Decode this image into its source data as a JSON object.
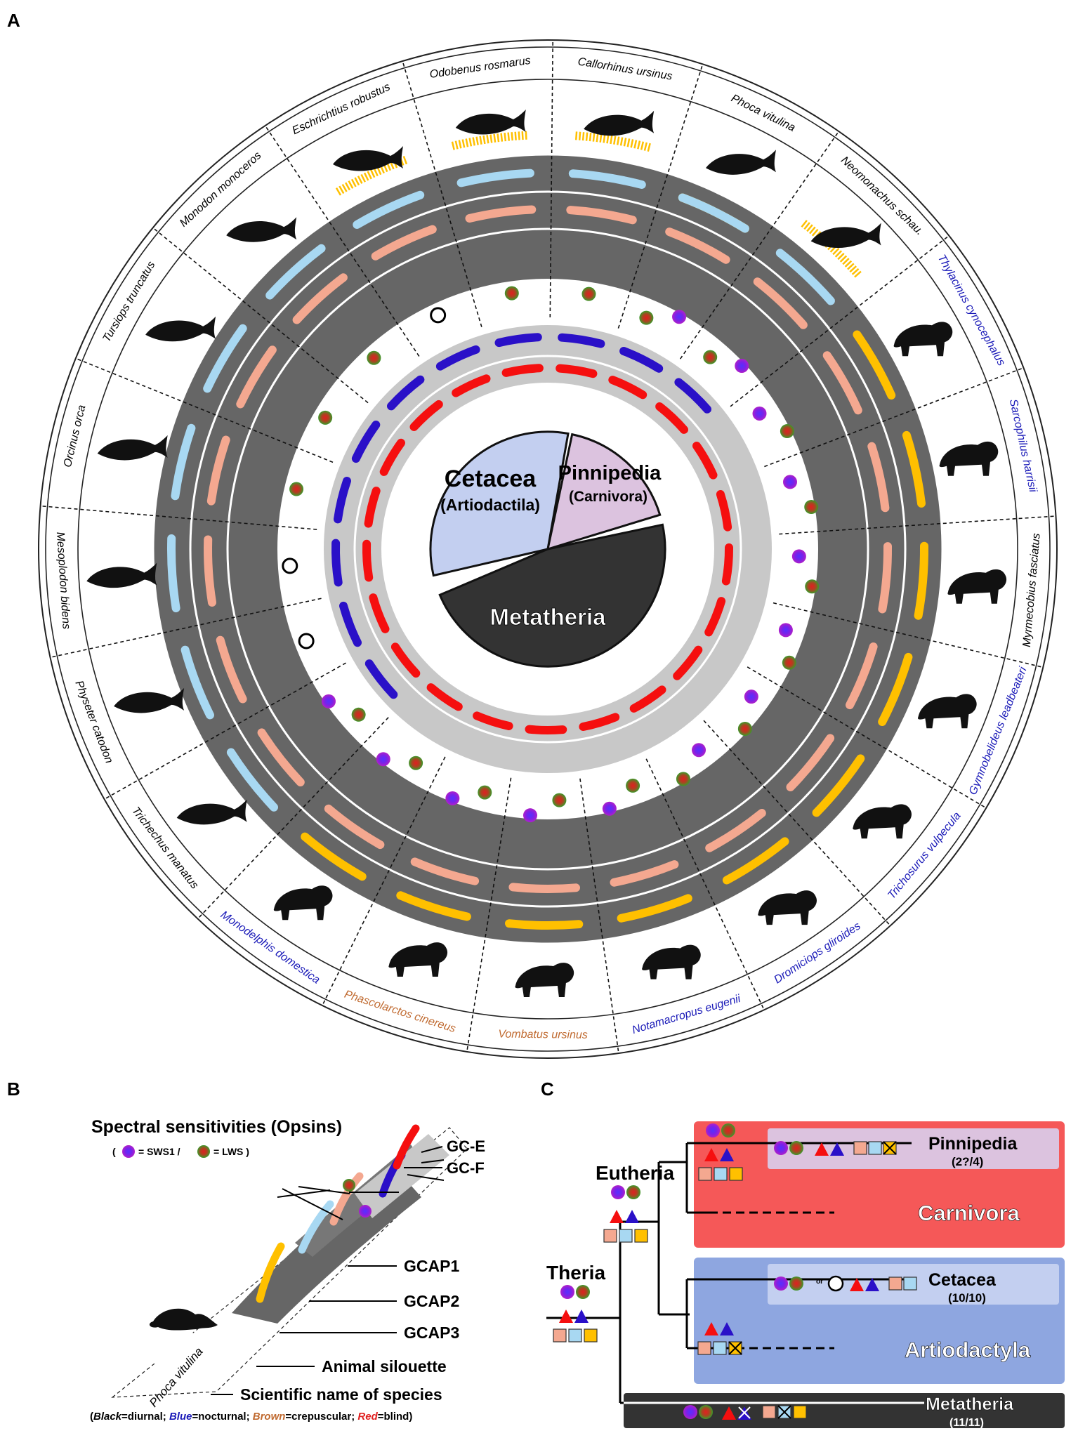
{
  "panels": {
    "a": "A",
    "b": "B",
    "c": "C"
  },
  "center": {
    "cetacea": "Cetacea",
    "cetacea_sub": "(Artiodactila)",
    "pinnipedia": "Pinnipedia",
    "pinnipedia_sub": "(Carnivora)",
    "metatheria": "Metatheria"
  },
  "colors": {
    "cetacea_fill": "#c3cff0",
    "pinnipedia_fill": "#dcc3df",
    "metatheria_fill": "#333333",
    "gcap3": "#ffc000",
    "gcap2": "#a8d8f2",
    "gcap1": "#f4a890",
    "gcf": "#2a10c8",
    "gce": "#f50f0f",
    "sws1": "#a020d0",
    "lws": "#3a9a2a",
    "carnivora_box": "#f55858",
    "artiodactyla_box": "#8ea6e0",
    "metatheria_box": "#333333"
  },
  "species": [
    {
      "name": "Trichechus manatus",
      "color": "#000000",
      "animal": "manatee"
    },
    {
      "name": "Physeter catodon",
      "color": "#000000",
      "animal": "sperm-whale"
    },
    {
      "name": "Mesoplodon bidens",
      "color": "#000000",
      "animal": "beaked-whale"
    },
    {
      "name": "Orcinus orca",
      "color": "#000000",
      "animal": "orca"
    },
    {
      "name": "Tursiops truncatus",
      "color": "#000000",
      "animal": "dolphin"
    },
    {
      "name": "Monodon monoceros",
      "color": "#000000",
      "animal": "narwhal"
    },
    {
      "name": "Eschrichtius robustus",
      "color": "#000000",
      "animal": "gray-whale"
    },
    {
      "name": "Odobenus rosmarus",
      "color": "#000000",
      "animal": "walrus"
    },
    {
      "name": "Callorhinus ursinus",
      "color": "#000000",
      "animal": "fur-seal"
    },
    {
      "name": "Phoca vitulina",
      "color": "#000000",
      "animal": "harbor-seal"
    },
    {
      "name": "Neomonachus schau.",
      "color": "#000000",
      "animal": "monk-seal"
    },
    {
      "name": "Thylacinus cynocephalus",
      "color": "#1a1ab8",
      "animal": "thylacine"
    },
    {
      "name": "Sarcophilus harrisii",
      "color": "#1a1ab8",
      "animal": "tasmanian-devil"
    },
    {
      "name": "Myrmecobius fasciatus",
      "color": "#000000",
      "animal": "numbat"
    },
    {
      "name": "Gymnobelideus leadbeateri",
      "color": "#1a1ab8",
      "animal": "possum"
    },
    {
      "name": "Trichosurus vulpecula",
      "color": "#1a1ab8",
      "animal": "brushtail"
    },
    {
      "name": "Dromiciops gliroides",
      "color": "#1a1ab8",
      "animal": "monito"
    },
    {
      "name": "Notamacropus eugenii",
      "color": "#1a1ab8",
      "animal": "wallaby"
    },
    {
      "name": "Vombatus ursinus",
      "color": "#c06a30",
      "animal": "wombat"
    },
    {
      "name": "Phascolarctos cinereus",
      "color": "#c06a30",
      "animal": "koala"
    },
    {
      "name": "Monodelphis domestica",
      "color": "#1a1ab8",
      "animal": "opossum"
    }
  ],
  "legend": {
    "spectral": "Spectral sensitivities (Opsins)",
    "sws1": "= SWS1 /",
    "lws": "= LWS )",
    "open_paren": "(",
    "gce": "GC-E",
    "gcf": "GC-F",
    "gcap1": "GCAP1",
    "gcap2": "GCAP2",
    "gcap3": "GCAP3",
    "silhouette": "Animal silouette",
    "sciname": "Scientific name of species",
    "example_species": "Phoca vitulina",
    "key_open": "(",
    "key_black": "Black",
    "key_black_rest": "=diurnal; ",
    "key_blue": "Blue",
    "key_blue_rest": "=nocturnal; ",
    "key_brown": "Brown",
    "key_brown_rest": "=crepuscular; ",
    "key_red": "Red",
    "key_red_rest": "=blind)"
  },
  "tree": {
    "theria": "Theria",
    "eutheria": "Eutheria",
    "carnivora": "Carnivora",
    "pinnipedia": "Pinnipedia",
    "pinnipedia_count": "(2?/4)",
    "artiodactyla": "Artiodactyla",
    "cetacea": "Cetacea",
    "cetacea_count": "(10/10)",
    "or": "or",
    "metatheria": "Metatheria",
    "metatheria_count": "(11/11)"
  }
}
